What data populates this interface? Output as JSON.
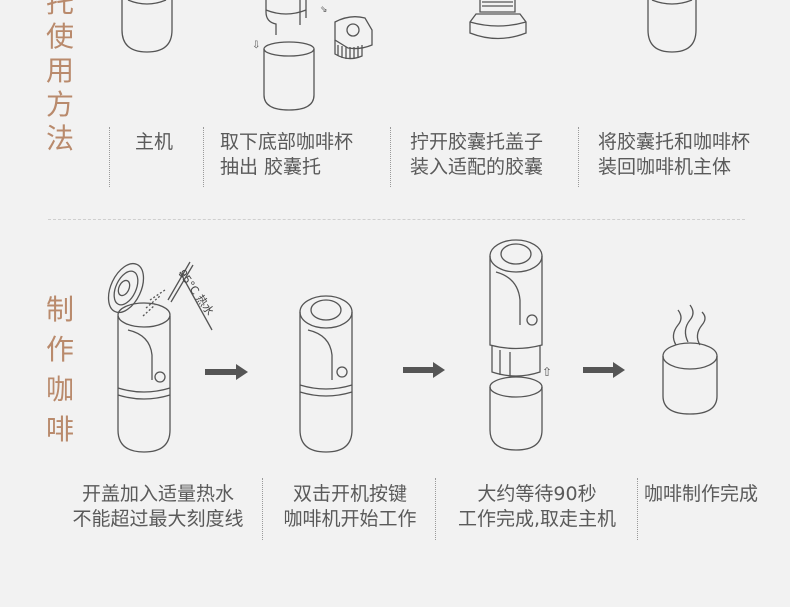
{
  "usage_section": {
    "title_chars": [
      "托",
      "使",
      "用",
      "方",
      "法"
    ],
    "steps": [
      {
        "lines": [
          "主机"
        ]
      },
      {
        "lines": [
          "取下底部咖啡杯",
          "抽出 胶囊托"
        ]
      },
      {
        "lines": [
          "拧开胶囊托盖子",
          "装入适配的胶囊"
        ]
      },
      {
        "lines": [
          "将胶囊托和咖啡杯",
          "装回咖啡机主体"
        ]
      }
    ]
  },
  "brew_section": {
    "title_chars": [
      "制",
      "作",
      "咖",
      "啡"
    ],
    "water_label": "95°C 热水",
    "steps": [
      {
        "lines": [
          "开盖加入适量热水",
          "不能超过最大刻度线"
        ]
      },
      {
        "lines": [
          "双击开机按键",
          "咖啡机开始工作"
        ]
      },
      {
        "lines": [
          "大约等待90秒",
          "工作完成,取走主机"
        ]
      },
      {
        "lines": [
          "咖啡制作完成"
        ]
      }
    ]
  },
  "colors": {
    "accent": "#b98a6c",
    "text": "#5a5a5a",
    "background": "#f2f2f2"
  }
}
